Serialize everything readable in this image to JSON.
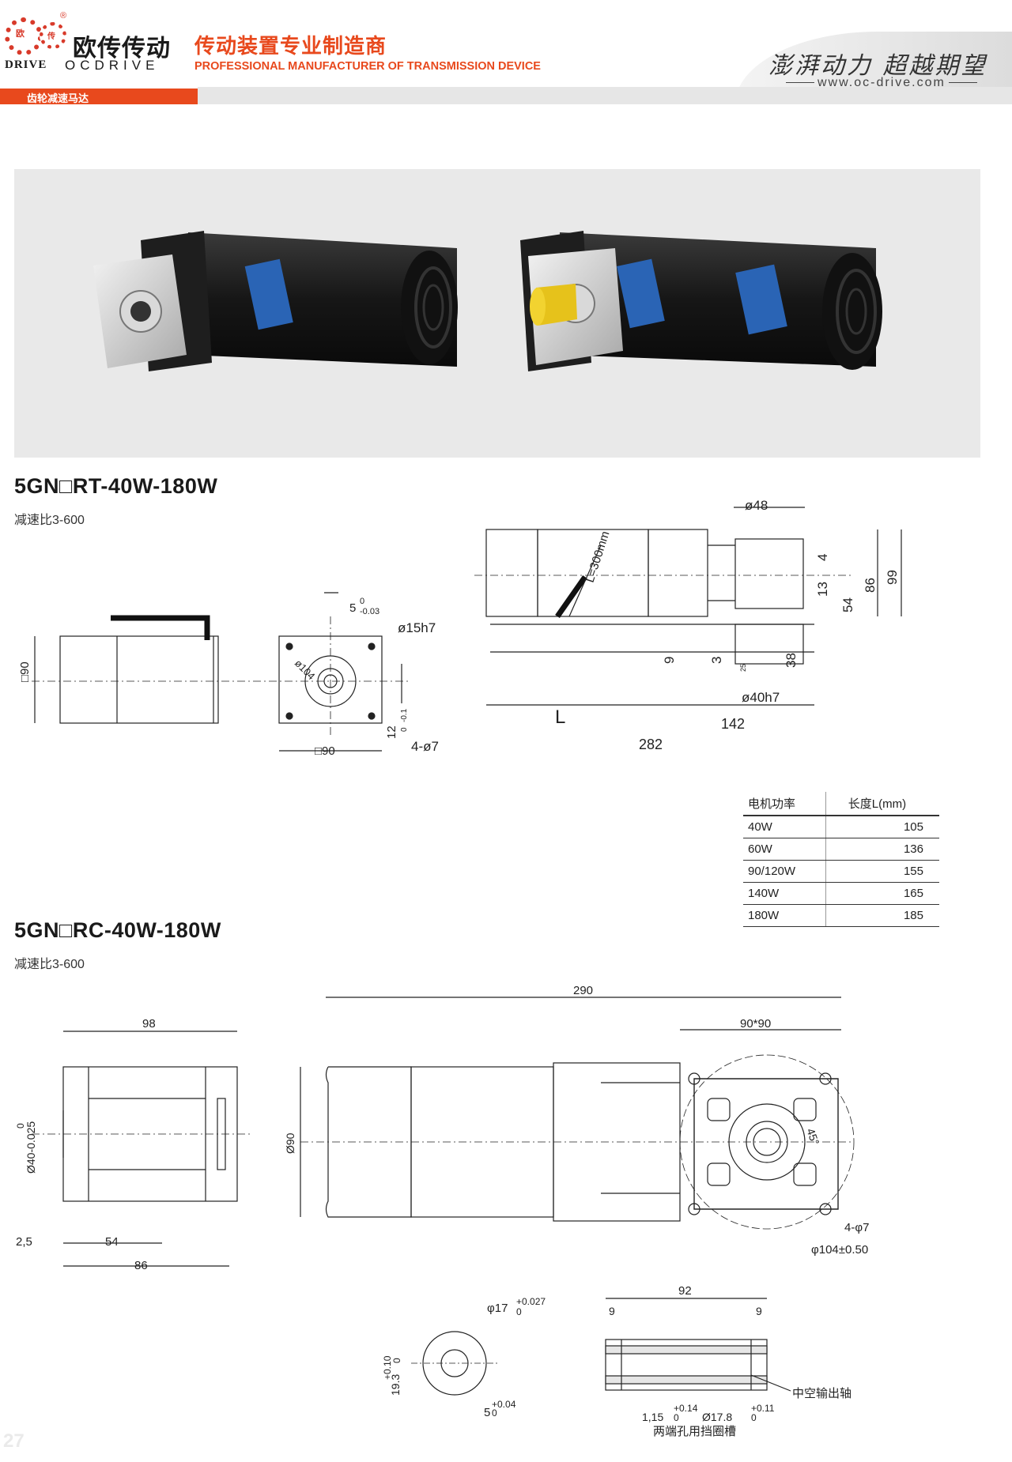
{
  "header": {
    "logo_cn": "欧传传动",
    "logo_badge_1": "欧",
    "logo_badge_2": "传",
    "logo_reg": "®",
    "logo_en_1": "DRIVE",
    "logo_en_2": "OCDRIVE",
    "tagline_cn": "传动装置专业制造商",
    "tagline_en": "PROFESSIONAL MANUFACTURER OF TRANSMISSION DEVICE",
    "slogan": "澎湃动力 超越期望",
    "website": "www.oc-drive.com",
    "category": "齿轮减速马达"
  },
  "section1": {
    "title": "5GN□RT-40W-180W",
    "subtitle": "减速比3-600",
    "dims": {
      "shaft_key": "5",
      "shaft_key_tol_top": "0",
      "shaft_key_tol_bot": "-0.03",
      "shaft_dia": "ø15h7",
      "pcd": "ø104",
      "flange": "□90",
      "flange_side": "□90",
      "key_height": "12",
      "key_height_tol_top": "0",
      "key_height_tol_bot": "-0.1",
      "holes": "4-ø7",
      "cable": "L=300mm",
      "boss_dia": "ø48",
      "d4": "4",
      "d13": "13",
      "d54": "54",
      "d86": "86",
      "d99": "99",
      "d9": "9",
      "d3": "3",
      "d25": "25",
      "d38": "38",
      "pilot": "ø40h7",
      "length_label": "L",
      "d142": "142",
      "d282": "282"
    }
  },
  "table": {
    "headers": [
      "电机功率",
      "长度L(mm)"
    ],
    "rows": [
      {
        "power": "40W",
        "length": "105"
      },
      {
        "power": "60W",
        "length": "136"
      },
      {
        "power": "90/120W",
        "length": "155"
      },
      {
        "power": "140W",
        "length": "165"
      },
      {
        "power": "180W",
        "length": "185"
      }
    ]
  },
  "section2": {
    "title": "5GN□RC-40W-180W",
    "subtitle": "减速比3-600",
    "dims": {
      "d98": "98",
      "pilot_dia": "Ø40-0.025",
      "pilot_tol": "0",
      "d2_5": "2,5",
      "d54": "54",
      "d86": "86",
      "d290": "290",
      "d90_90": "90*90",
      "dia90": "Ø90",
      "angle": "45°",
      "holes": "4-φ7",
      "pcd": "φ104±0.50",
      "bore": "φ17",
      "bore_tol_top": "+0.027",
      "bore_tol_bot": "0",
      "keyway_depth": "19.3",
      "keyway_tol_top": "+0.10",
      "keyway_tol_bot": "0",
      "key_width": "5",
      "key_width_tol_top": "+0.04",
      "key_width_tol_bot": "0",
      "d92": "92",
      "d9a": "9",
      "d9b": "9",
      "hollow": "中空输出轴",
      "groove_w": "1,15",
      "groove_w_tol_top": "+0.14",
      "groove_w_tol_bot": "0",
      "groove_dia": "Ø17.8",
      "groove_dia_tol_top": "+0.11",
      "groove_dia_tol_bot": "0",
      "groove_note": "两端孔用挡圈槽"
    }
  },
  "page_number": "27"
}
